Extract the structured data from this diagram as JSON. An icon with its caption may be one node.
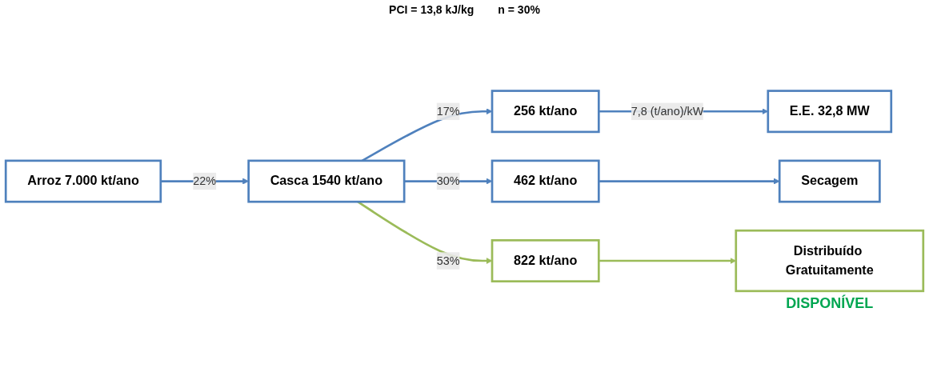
{
  "diagram": {
    "nodes": [
      {
        "text": [
          "Arroz 7.000 kt/ano"
        ]
      },
      {
        "text": [
          "Casca 1540 kt/ano"
        ]
      },
      {
        "text": [
          "256 kt/ano"
        ]
      },
      {
        "text": [
          "E.E. 32,8 MW"
        ]
      },
      {
        "text": [
          "462 kt/ano"
        ]
      },
      {
        "text": [
          "Secagem"
        ]
      },
      {
        "text": [
          "822 kt/ano"
        ]
      },
      {
        "text": [
          "Distribuído Gratuitamente"
        ],
        "beside": [
          "DISPONÍVEL"
        ]
      }
    ],
    "edges": [
      {
        "from": 0,
        "to": 1,
        "arrow": "to",
        "label": "22%"
      },
      {
        "from": 1,
        "to": 2,
        "arrow": "to",
        "label": "17%"
      },
      {
        "from": 2,
        "to": 3,
        "arrow": "to",
        "label": "7,8 (t/ano)/kW"
      },
      {
        "from": 1,
        "to": 4,
        "arrow": "to",
        "label": "30%"
      },
      {
        "from": 4,
        "to": 5,
        "arrow": "to"
      },
      {
        "from": 1,
        "to": 6,
        "arrow": "to",
        "label": "53%",
        "color": "#9bbb59"
      },
      {
        "from": 6,
        "to": 7,
        "arrow": "to",
        "color": "#9bbb59"
      }
    ],
    "labels": [
      "PCI = 13,8 kJ/kg",
      "n = 30%"
    ]
  }
}
